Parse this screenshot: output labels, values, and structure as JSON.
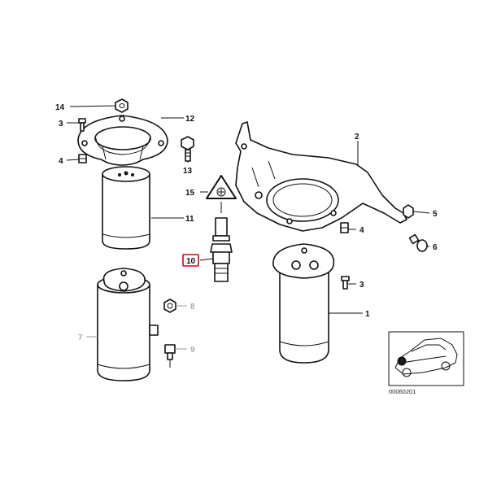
{
  "diagram": {
    "reference_number": "00060201",
    "highlighted_callout": "10",
    "highlight_color": "#d0021b",
    "callouts": [
      {
        "id": "c1",
        "text": "1"
      },
      {
        "id": "c2",
        "text": "2"
      },
      {
        "id": "c3a",
        "text": "3"
      },
      {
        "id": "c3b",
        "text": "3"
      },
      {
        "id": "c4a",
        "text": "4"
      },
      {
        "id": "c4b",
        "text": "4"
      },
      {
        "id": "c5",
        "text": "5"
      },
      {
        "id": "c6",
        "text": "6"
      },
      {
        "id": "c7",
        "text": "7"
      },
      {
        "id": "c8",
        "text": "8"
      },
      {
        "id": "c9",
        "text": "9"
      },
      {
        "id": "c10",
        "text": "10"
      },
      {
        "id": "c11",
        "text": "11"
      },
      {
        "id": "c12",
        "text": "12"
      },
      {
        "id": "c13",
        "text": "13"
      },
      {
        "id": "c14",
        "text": "14"
      },
      {
        "id": "c15",
        "text": "15"
      }
    ],
    "warning_icon": "warning-triangle-icon",
    "vehicle_icon": "car-location-thumbnail-icon"
  }
}
